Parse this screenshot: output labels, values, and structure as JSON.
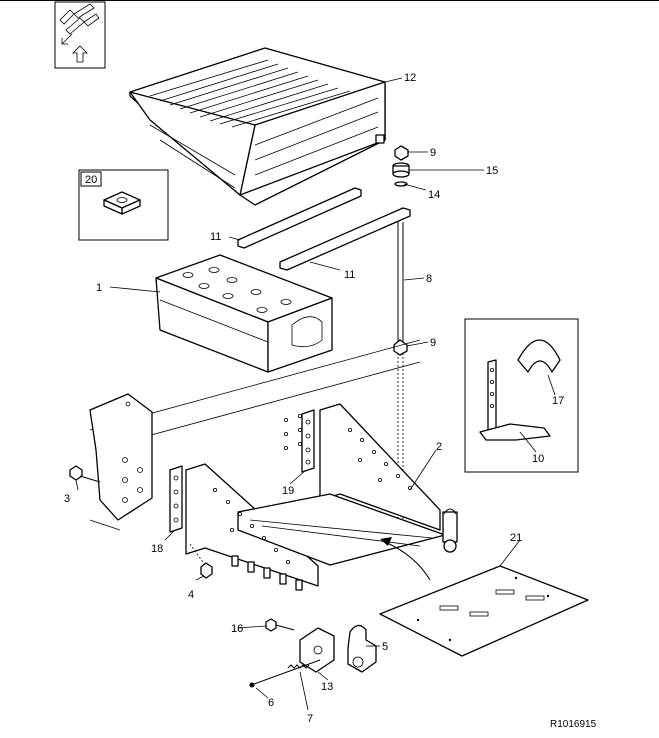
{
  "figure": {
    "reference_code": "R1016915",
    "callouts": {
      "c1": "1",
      "c2": "2",
      "c3": "3",
      "c4": "4",
      "c5": "5",
      "c6": "6",
      "c7": "7",
      "c8": "8",
      "c9a": "9",
      "c9b": "9",
      "c10": "10",
      "c11a": "11",
      "c11b": "11",
      "c12": "12",
      "c13": "13",
      "c14": "14",
      "c15": "15",
      "c16": "16",
      "c17": "17",
      "c18": "18",
      "c19": "19",
      "c20": "20",
      "c21": "21"
    },
    "icons": {
      "orientation": "vehicle-orientation-icon",
      "direction": "up-arrow-icon"
    },
    "colors": {
      "line": "#000000",
      "background": "#ffffff"
    }
  }
}
